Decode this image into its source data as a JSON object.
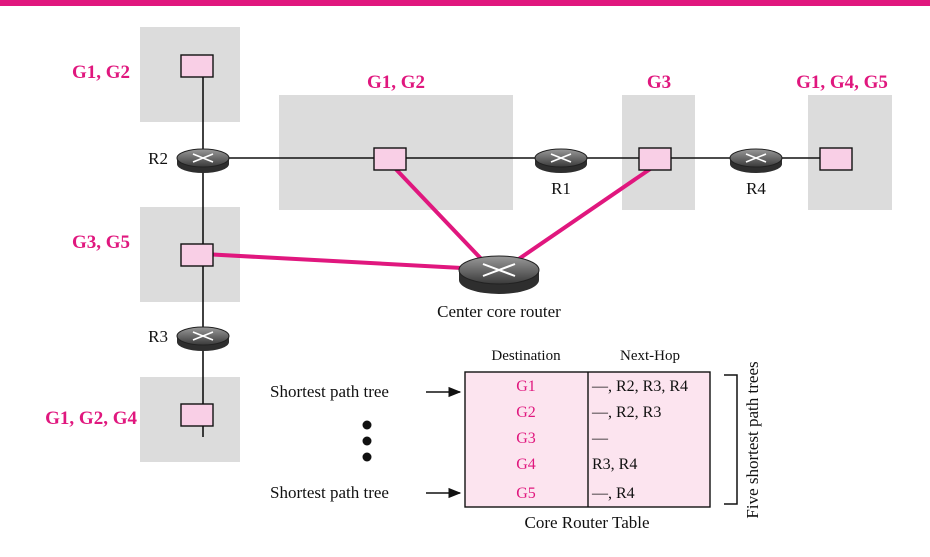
{
  "colors": {
    "accent": "#e0177e",
    "lan_fill": "#dcdcdc",
    "host_fill": "#f9cfe6",
    "table_fill": "#fce4ef"
  },
  "groups": {
    "top_left": "G1, G2",
    "middle_big": "G1, G2",
    "g3_box": "G3",
    "right_box": "G1, G4, G5",
    "left_middle": "G3, G5",
    "bottom_left": "G1, G2, G4"
  },
  "routers": {
    "r1": "R1",
    "r2": "R2",
    "r3": "R3",
    "r4": "R4",
    "center": "Center core router"
  },
  "arrows": {
    "top": "Shortest path tree",
    "bottom": "Shortest path tree",
    "ellipsis_icon": "vertical-dots"
  },
  "table": {
    "header_destination": "Destination",
    "header_next_hop": "Next-Hop",
    "caption": "Core Router Table",
    "brace_label": "Five shortest path trees",
    "rows": [
      {
        "dest": "G1",
        "next_hop": "—, R2, R3, R4"
      },
      {
        "dest": "G2",
        "next_hop": "—, R2, R3"
      },
      {
        "dest": "G3",
        "next_hop": "—"
      },
      {
        "dest": "G4",
        "next_hop": "R3, R4"
      },
      {
        "dest": "G5",
        "next_hop": "—, R4"
      }
    ]
  }
}
